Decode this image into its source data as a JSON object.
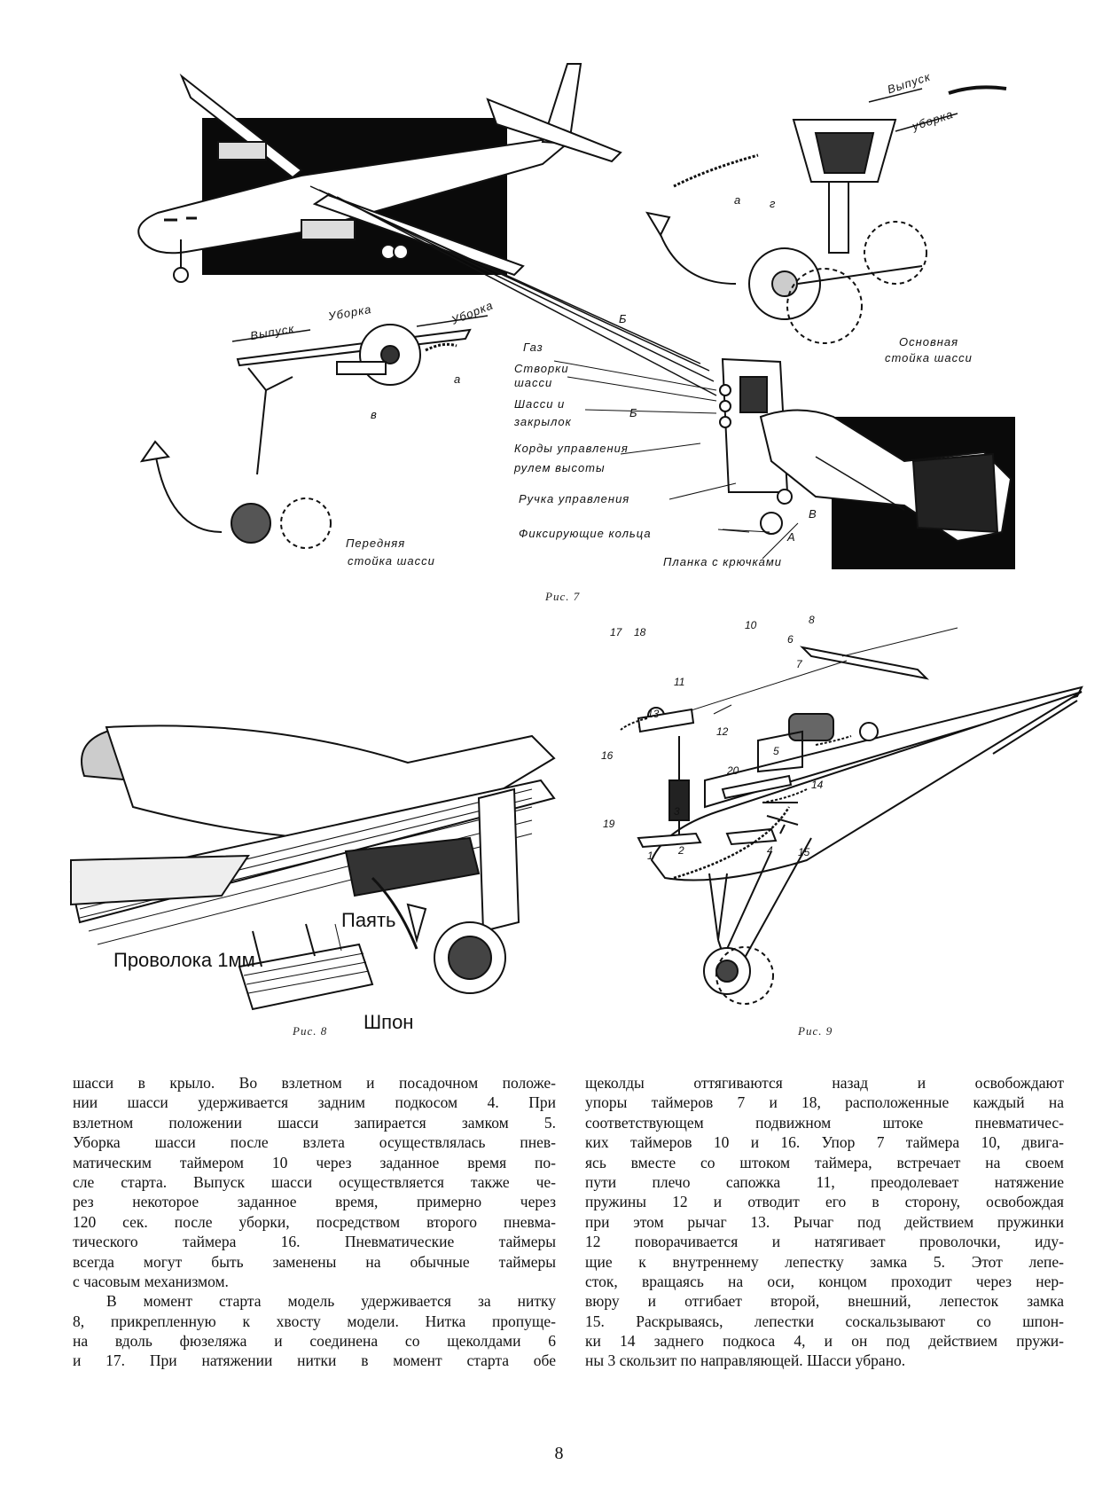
{
  "figures": {
    "fig7": {
      "caption": "Рис. 7",
      "labels": {
        "vypusk_top": "Выпуск",
        "uborka_top": "уборка",
        "a_main": "а",
        "g_main": "г",
        "main_gear": [
          "Основная",
          "стойка шасси"
        ],
        "uborka_left": "Уборка",
        "vypusk_left": "Выпуск",
        "uborka_right": "Уборка",
        "a_nose": "а",
        "v_nose": "в",
        "nose_gear": [
          "Передняя",
          "стойка шасси"
        ],
        "B1": "Б",
        "B2": "Б",
        "gaz": "Газ",
        "stvorki": [
          "Створки",
          "шасси"
        ],
        "shassi_zakr": [
          "Шасси и",
          "закрылок"
        ],
        "kordy": [
          "Корды управления",
          "рулем высоты"
        ],
        "ruchka": "Ручка управления",
        "koltsa": "Фиксирующие  кольца",
        "A": "А",
        "V": "В",
        "planka": "Планка с крючками"
      }
    },
    "fig8": {
      "caption": "Рис. 8",
      "labels": {
        "provoloka": "Проволока 1мм",
        "payat": "Паять",
        "shpon": "Шпон"
      }
    },
    "fig9": {
      "caption": "Рис. 9",
      "numbers": [
        "8",
        "17",
        "18",
        "10",
        "6",
        "7",
        "11",
        "13",
        "12",
        "16",
        "5",
        "20",
        "14",
        "19",
        "3",
        "1",
        "2",
        "4",
        "15"
      ]
    }
  },
  "text": {
    "left_column": [
      "шасси в крыло. Во взлетном и посадочном положе-",
      "нии шасси удерживается задним подкосом 4. При",
      "взлетном положении шасси запирается замком 5.",
      "Уборка шасси после взлета осуществлялась пнев-",
      "матическим таймером 10 через заданное время по-",
      "сле старта. Выпуск шасси осуществляется также че-",
      "рез  некоторое заданное время, примерно через",
      "120 сек. после уборки, посредством второго пневма-",
      "тического таймера 16. Пневматические таймеры",
      "всегда могут быть заменены на обычные таймеры",
      "с часовым механизмом.",
      "В момент старта модель удерживается за нитку",
      "8, прикрепленную к хвосту модели. Нитка пропуще-",
      "на вдоль  фюзеляжа  и  соединена со щеколдами 6",
      "и 17. При натяжении нитки в момент старта обе"
    ],
    "right_column": [
      "щеколды  оттягиваются  назад  и  освобождают",
      "упоры таймеров 7 и 18, расположенные каждый на",
      "соответствующем  подвижном  штоке  пневматичес-",
      "ких таймеров 10 и 16. Упор 7 таймера 10, двига-",
      "ясь вместе со штоком таймера, встречает на своем",
      "пути плечо сапожка 11, преодолевает натяжение",
      "пружины 12 и отводит его  в сторону, освобождая",
      "при этом рычаг 13. Рычаг под действием пружинки",
      "12 поворачивается и натягивает проволочки, иду-",
      "щие  к внутреннему лепестку замка 5. Этот лепе-",
      "сток, вращаясь на оси, концом проходит через нер-",
      "вюру и отгибает второй, внешний, лепесток замка",
      "15. Раскрываясь, лепестки соскальзывают со шпон-",
      "ки 14 заднего подкоса 4, и он под действием пружи-",
      "ны 3 скользит по направляющей. Шасси убрано."
    ],
    "page_number": "8"
  },
  "colors": {
    "ink": "#111111",
    "paper": "#ffffff",
    "block": "#0a0a0a"
  }
}
